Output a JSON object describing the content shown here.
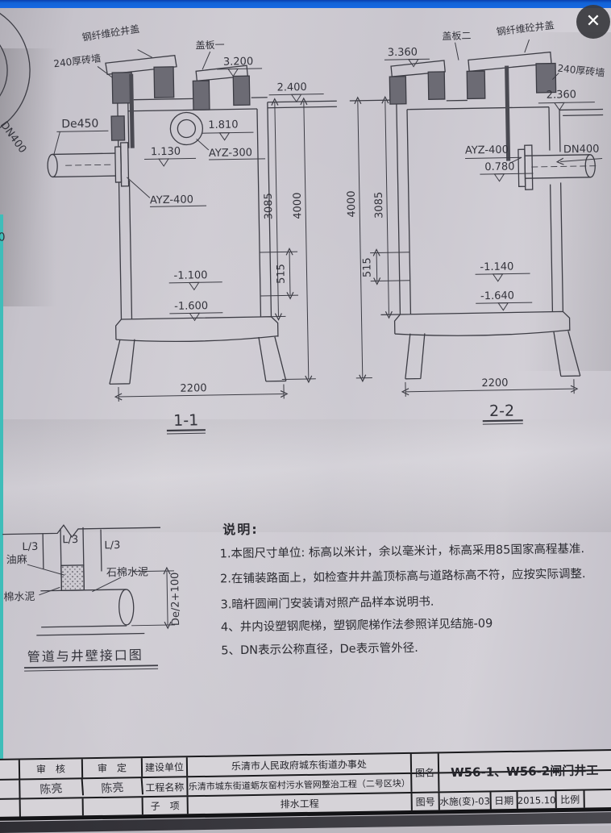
{
  "viewer": {
    "close": "✕"
  },
  "drawing": {
    "s1": {
      "label": "1-1",
      "cover": "钢纤维砼井盖",
      "slab": "盖板一",
      "wall": "240厚砖墙",
      "elev_top": "3.200",
      "elev_ground": "2.400",
      "elev_hole": "1.810",
      "valve_hole": "AYZ-300",
      "pipe": "De450",
      "elev_pipe": "1.130",
      "valve_pipe": "AYZ-400",
      "dim_inner": "3085",
      "dim_outer": "4000",
      "dim_step": "515",
      "elev_b1": "-1.100",
      "elev_b2": "-1.600",
      "dim_width": "2200"
    },
    "s2": {
      "label": "2-2",
      "cover": "钢纤维砼井盖",
      "slab": "盖板二",
      "wall": "240厚砖墙",
      "elev_top": "3.360",
      "elev_ground": "2.360",
      "valve_pipe": "AYZ-400",
      "pipe": "DN400",
      "elev_pipe": "0.780",
      "dim_outer": "4000",
      "dim_inner": "3085",
      "dim_step": "515",
      "elev_b1": "-1.140",
      "elev_b2": "-1.640",
      "dim_width": "2200"
    },
    "detail": {
      "title": "管道与井壁接口图",
      "seg": "L/3",
      "oakum": "油麻",
      "cement": "石棉水泥",
      "cement_left": "棉水泥",
      "dim": "De/2+100"
    },
    "edge": {
      "pipe": "DN400",
      "frag": "0"
    },
    "notes": {
      "heading": "说明:",
      "items": [
        "1.本图尺寸单位: 标高以米计，余以毫米计，标高采用85国家高程基准.",
        "2.在铺装路面上，如检查井井盖顶标高与道路标高不符，应按实际调整.",
        "3.暗杆圆闸门安装请对照产品样本说明书.",
        "4、井内设塑钢爬梯，塑钢爬梯作法参照详见结施-09",
        "5、DN表示公称直径，De表示管外径."
      ]
    }
  },
  "titleblock": {
    "review_label": "审　核",
    "review_value": "陈亮",
    "approve_label": "审　定",
    "approve_value": "陈亮",
    "owner_label": "建设单位",
    "owner_value": "乐清市人民政府城东街道办事处",
    "project_label": "工程名称",
    "project_value": "乐清市城东街道蛎灰窑村污水管网整治工程（二号区块）",
    "sub_label": "子　项",
    "sub_value": "排水工程",
    "figname_label": "图名",
    "figname_value": "W56-1、W56-2闸门井工",
    "figno_label": "图号",
    "figno_value": "水施(变)-03",
    "date_label": "日期",
    "date_value": "2015.10",
    "scale_label": "比例",
    "scale_value": ""
  }
}
